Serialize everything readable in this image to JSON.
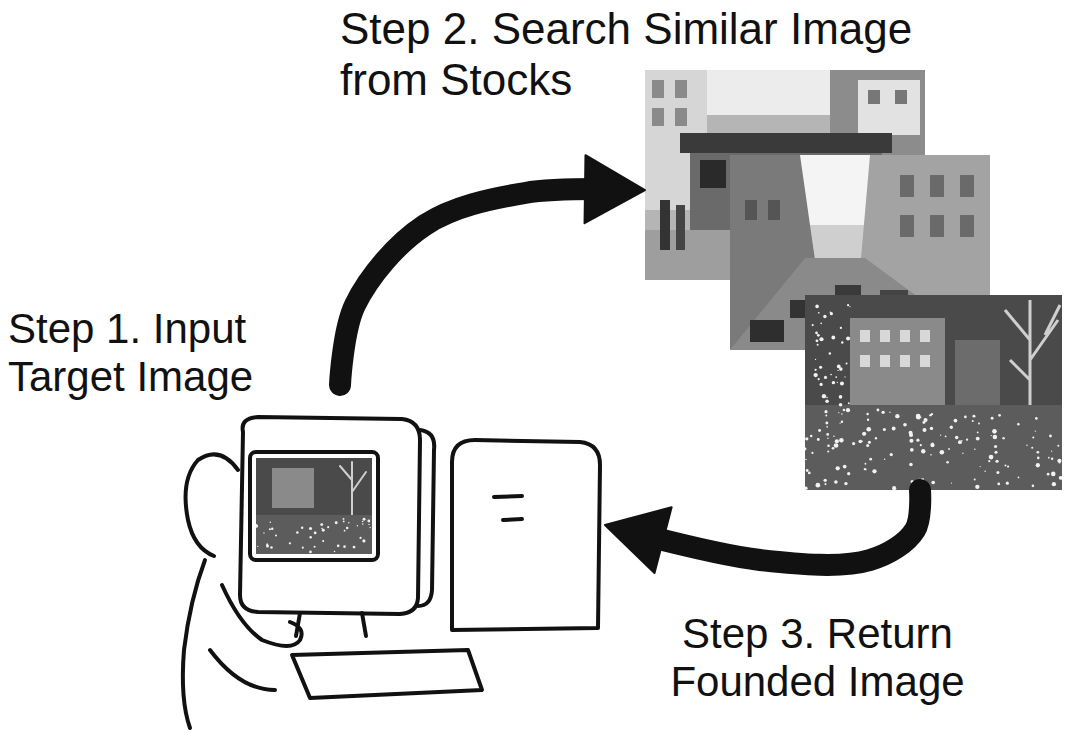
{
  "diagram": {
    "nodes": [
      {
        "text": [
          "Step 1. Input Target Image"
        ]
      },
      {
        "text": [
          "Step 2. Search Similar Image from Stocks"
        ]
      }
    ],
    "edges": [
      {
        "from": 0,
        "to": 1,
        "arrow": "to"
      },
      {
        "from": 1,
        "to": 0,
        "arrow": "to",
        "label": "Step 3. Return Founded Image"
      }
    ]
  }
}
